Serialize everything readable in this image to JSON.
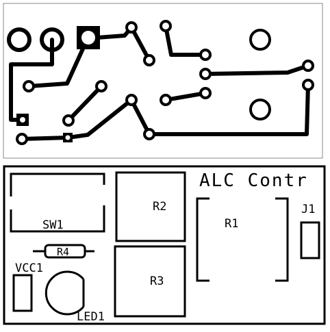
{
  "board": {
    "title": "ALC Contr"
  },
  "components": {
    "sw1": "SW1",
    "r1": "R1",
    "r2": "R2",
    "r3": "R3",
    "r4": "R4",
    "j1": "J1",
    "vcc1": "VCC1",
    "led1": "LED1"
  },
  "colors": {
    "ink": "#000000",
    "background": "#ffffff",
    "frame": "#888888"
  }
}
